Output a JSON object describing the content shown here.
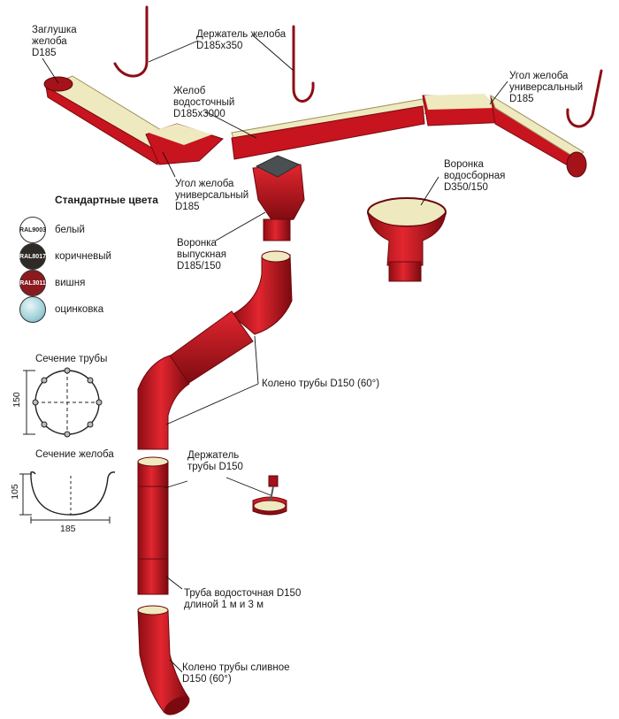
{
  "labels": {
    "gutter_cap": "Заглушка\nжелоба\nD185",
    "gutter_holder": "Держатель желоба\nD185х350",
    "gutter": "Желоб\nводосточный\nD185х3000",
    "corner_right": "Угол желоба\nуниверсальный\nD185",
    "corner_left": "Угол желоба\nуниверсальный\nD185",
    "funnel_collect": "Воронка\nводосборная\nD350/150",
    "funnel_outlet": "Воронка\nвыпускная\nD185/150",
    "elbow": "Колено трубы D150 (60°)",
    "pipe_holder": "Держатель\nтрубы D150",
    "pipe": "Труба водосточная D150\nдлиной 1 м и 3 м",
    "drain_elbow": "Колено трубы сливное\nD150 (60°)"
  },
  "colors_title": "Стандартные цвета",
  "colors": [
    {
      "code": "RAL9003",
      "name": "белый",
      "hex": "#ffffff",
      "text": "#222222"
    },
    {
      "code": "RAL8017",
      "name": "коричневый",
      "hex": "#2e2a27",
      "text": "#ffffff"
    },
    {
      "code": "RAL3011",
      "name": "вишня",
      "hex": "#8a1a1f",
      "text": "#ffffff"
    },
    {
      "code": "",
      "name": "оцинковка",
      "hex": "#9fd0d8",
      "text": "#ffffff"
    }
  ],
  "sections": {
    "pipe_title": "Сечение трубы",
    "pipe_dim": "150",
    "gutter_title": "Сечение желоба",
    "gutter_height": "105",
    "gutter_width": "185"
  },
  "palette": {
    "red": "#c8141e",
    "red_dark": "#8e0d14",
    "cream": "#efe9c0",
    "gray": "#4a4f52",
    "leader": "#111111"
  }
}
